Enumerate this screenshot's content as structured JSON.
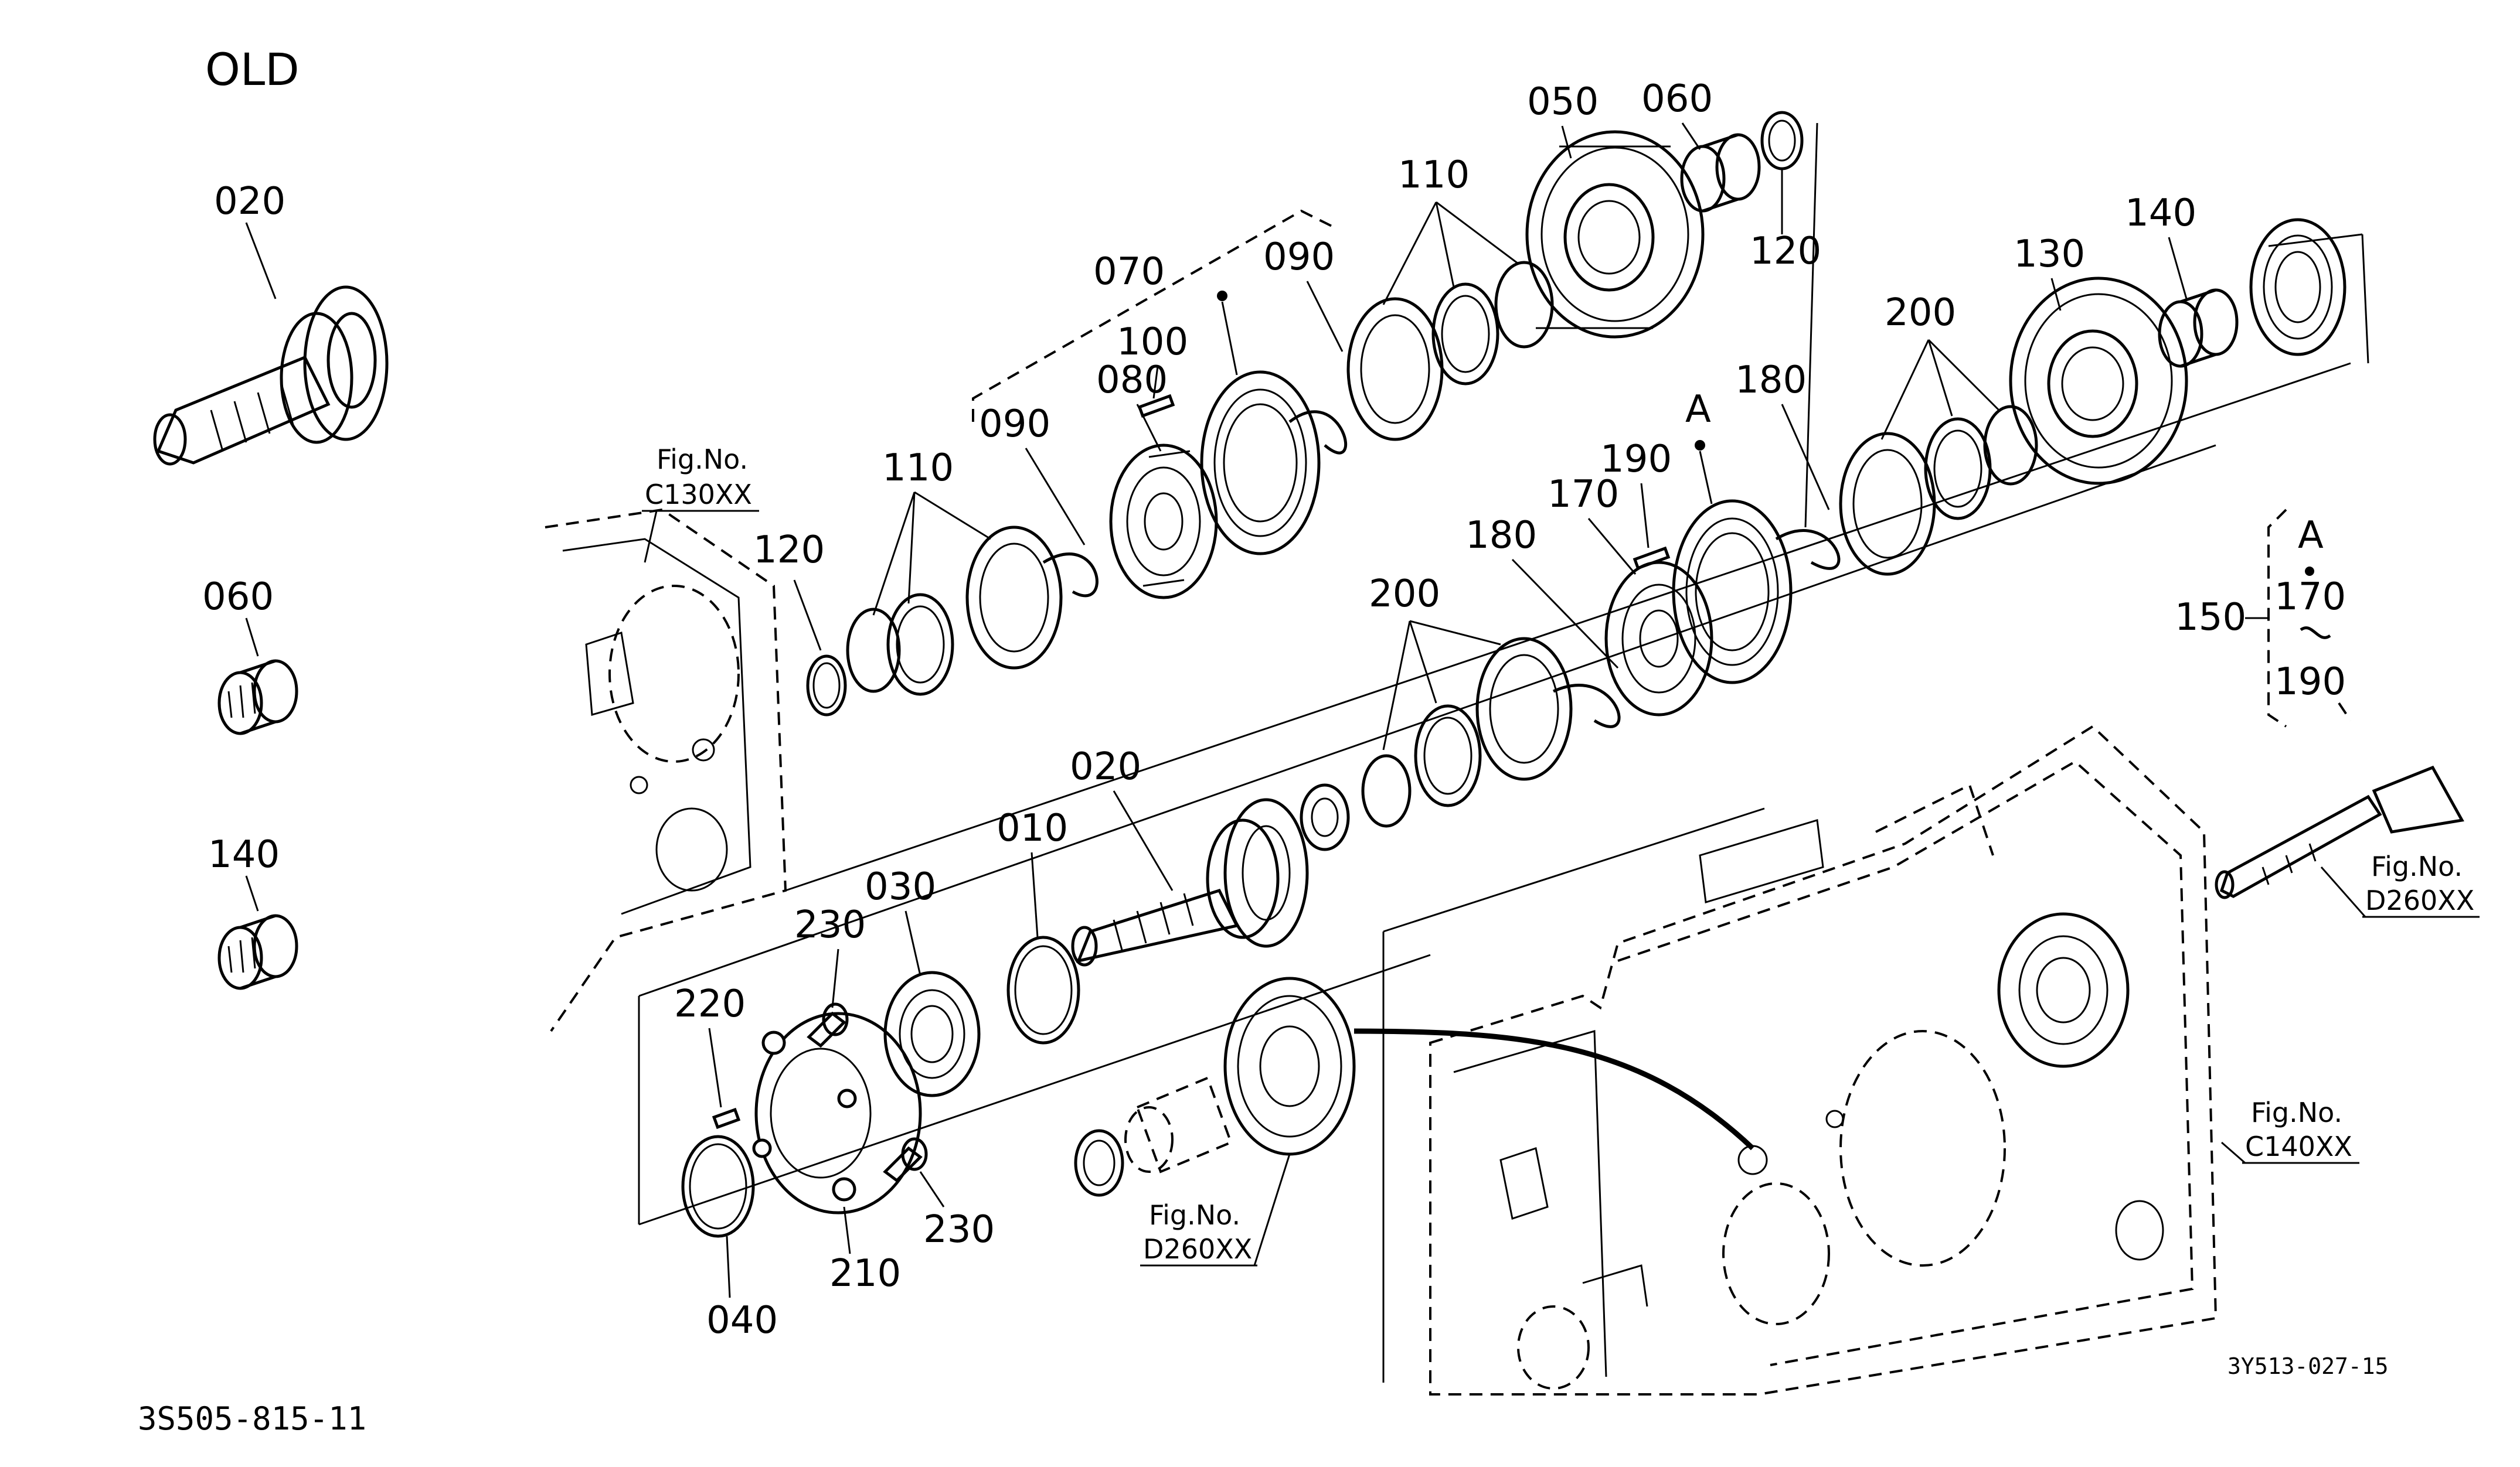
{
  "header": {
    "title": "OLD"
  },
  "labels": {
    "p010": "010",
    "p020a": "020",
    "p020b": "020",
    "p030": "030",
    "p040": "040",
    "p050": "050",
    "p060a": "060",
    "p060b": "060",
    "p070": "070",
    "p080": "080",
    "p090a": "090",
    "p090b": "090",
    "p100": "100",
    "p110a": "110",
    "p110b": "110",
    "p120a": "120",
    "p120b": "120",
    "p130": "130",
    "p140a": "140",
    "p140b": "140",
    "p150": "150",
    "p170a": "170",
    "p170b": "170",
    "p180a": "180",
    "p180b": "180",
    "p190a": "190",
    "p190b": "190",
    "p200a": "200",
    "p200b": "200",
    "p210": "210",
    "p220": "220",
    "p230a": "230",
    "p230b": "230",
    "pA1": "A",
    "pA2": "A"
  },
  "figure_refs": {
    "c130_label": "Fig.No.",
    "c130_code": "C130XX",
    "d260a_label": "Fig.No.",
    "d260a_code": "D260XX",
    "d260b_label": "Fig.No.",
    "d260b_code": "D260XX",
    "c140_label": "Fig.No.",
    "c140_code": "C140XX"
  },
  "footer": {
    "left_code": "3S505-815-11",
    "right_code": "3Y513-027-15"
  }
}
